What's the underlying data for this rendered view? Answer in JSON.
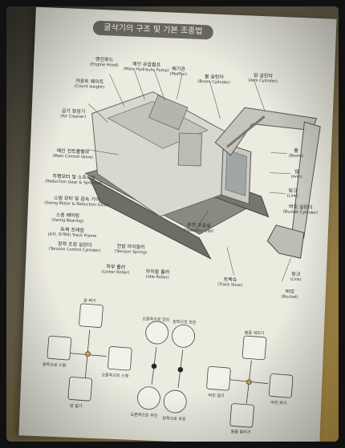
{
  "title": "굴삭기의 구조 및 기본 조종법",
  "labels": {
    "counter_weight": "카운트 웨이트",
    "counter_weight_en": "(Count weight)",
    "engine_hood": "엔진후드",
    "engine_hood_en": "(Engine Hood)",
    "main_pump": "메인 유압펌프",
    "main_pump_en": "(Main Hydraulic Pump)",
    "muffler": "배기관",
    "muffler_en": "(Muffler)",
    "boom_cylinder": "붐 실린더",
    "boom_cylinder_en": "(Boom Cylinder)",
    "arm_cylinder": "암 실린더",
    "arm_cylinder_en": "(Arm Cylinder)",
    "air_cleaner": "공기 청정기",
    "air_cleaner_en": "(Air Cleaner)",
    "main_control_valve": "메인 컨트롤밸브",
    "main_control_valve_en": "(Main Control Valve)",
    "swing_motor": "주행모터 및 스프로킷",
    "swing_motor_en": "(Reduction Gear & Sprocket)",
    "swing_gear": "스윙 모터 및 감속 기어",
    "swing_gear_en": "(Swing Motor & Reduction Gear)",
    "swing_bearing": "스윙 베어링",
    "swing_bearing_en": "(Swing Bearing)",
    "track_frame": "트랙 프레임",
    "track_frame_en": "(A자, 트랙바) Track Frame",
    "tension_cylinder": "장력 조정 실린더",
    "tension_cylinder_en": "(Tension Control Cylinder)",
    "idler": "전방 아이들러",
    "idler_en": "(Tension Spring)",
    "lower_roller": "하부 롤러",
    "lower_roller_en": "(Lower Roller)",
    "carrier_roller": "아이들 롤러",
    "carrier_roller_en": "(Idle Roller)",
    "cab": "운전 조종실",
    "cab_en": "(Operator Cab)",
    "track_shoe": "트랙슈",
    "track_shoe_en": "(Track Shoe)",
    "boom": "붐",
    "boom_en": "(Boom)",
    "arm": "암",
    "arm_en": "(Arm)",
    "link": "링크",
    "link_en": "(Link)",
    "bucket_cylinder": "버킷 실린더",
    "bucket_cylinder_en": "(Bucket Cylinder)",
    "side_link": "링크",
    "side_link_en": "(Link)",
    "bucket": "버킷",
    "bucket_en": "(Bucket)"
  },
  "modes": {
    "left": {
      "top": "암 펴기",
      "left": "왼쪽으로 스윙",
      "right": "오른쪽으로 스윙",
      "bottom": "암 접기"
    },
    "middle": {
      "top_left": "오른쪽으로 전진",
      "top_right": "왼쪽으로 전진",
      "bottom_left": "오른쪽으로 후진",
      "bottom_right": "왼쪽으로 후진"
    },
    "right": {
      "top": "붐을 내리기",
      "left": "버킷 접기",
      "right": "버킷 펴기",
      "bottom": "붐을 올리기"
    }
  },
  "colors": {
    "title_bg": "#6d6d63",
    "paper": "#ecebe0",
    "accent_dot": "#c8a24a"
  }
}
